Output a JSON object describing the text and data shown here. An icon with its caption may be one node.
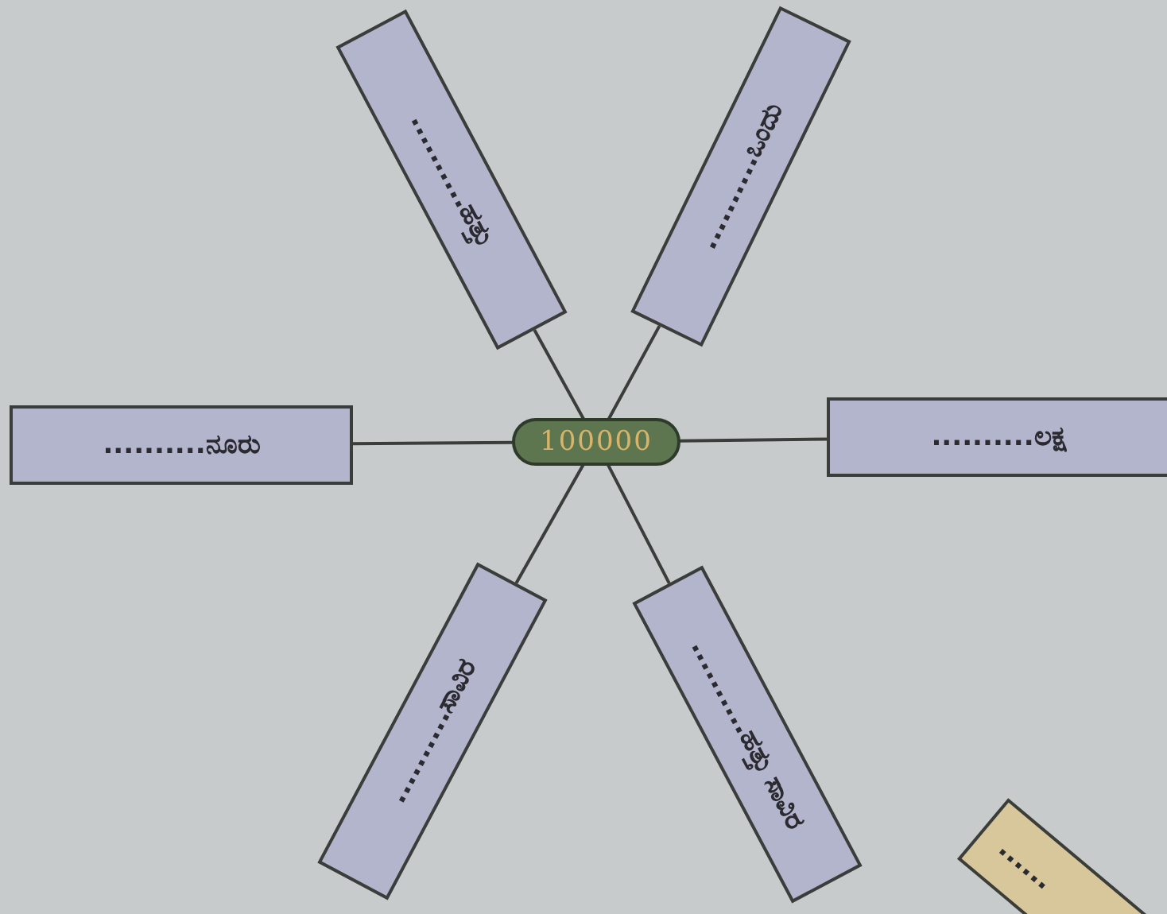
{
  "diagram": {
    "nodes": [
      {
        "text": [
          "..........ಹತ್ತು"
        ]
      },
      {
        "text": [
          "..........ಒಂದು"
        ]
      },
      {
        "text": [
          "..........ನೂರು"
        ]
      },
      {
        "text": [
          "100000"
        ]
      },
      {
        "text": [
          "..........ಲಕ್ಷ"
        ]
      },
      {
        "text": [
          "..........ಸಾವಿರ"
        ]
      },
      {
        "text": [
          "..........ಹತ್ತು ಸಾವಿರ"
        ]
      },
      {
        "text": [
          "......"
        ]
      }
    ],
    "edges": [
      {
        "from": 3,
        "to": 0,
        "arrow": "none"
      },
      {
        "from": 3,
        "to": 1,
        "arrow": "none"
      },
      {
        "from": 3,
        "to": 2,
        "arrow": "none"
      },
      {
        "from": 3,
        "to": 4,
        "arrow": "none"
      },
      {
        "from": 3,
        "to": 5,
        "arrow": "none"
      },
      {
        "from": 3,
        "to": 6,
        "arrow": "none"
      }
    ]
  }
}
